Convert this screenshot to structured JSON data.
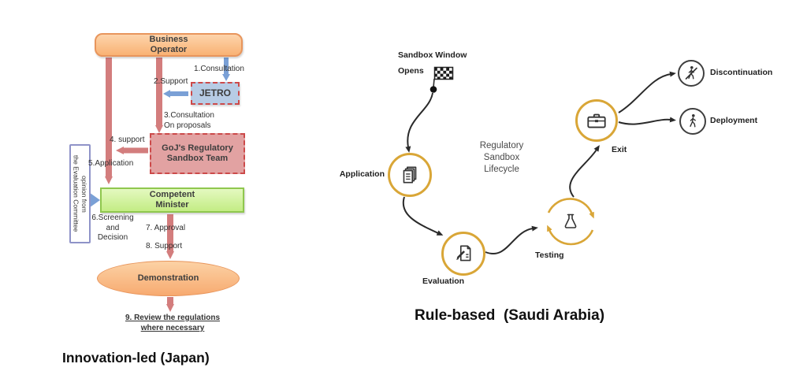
{
  "colors": {
    "orange_fill": "#F9B274",
    "orange_border": "#E8955C",
    "green_fill": "#C3EC84",
    "green_border": "#8FC74E",
    "pink_fill": "#E2A2A2",
    "pink_border": "#CC4A4A",
    "jetro_fill": "#B7CCE5",
    "red_arrow": "#D37D7D",
    "blue_arrow": "#7AA0D6",
    "purple_border": "#8F93C8",
    "gold": "#D9A637",
    "circle_gray": "#3F3F3F",
    "ink": "#2A2A2A"
  },
  "left": {
    "caption": "Innovation-led (Japan)",
    "business_operator": "Business\nOperator",
    "jetro": "JETRO",
    "goj_team": "GoJ's Regulatory\nSandbox Team",
    "competent_minister": "Competent\nMinister",
    "evaluation_committee": "opinion from\nthe Evaluation Committee",
    "demonstration": "Demonstration",
    "step9": "9. Review the regulations\nwhere necessary",
    "steps": {
      "s1": "1.Consultation",
      "s2": "2.Support",
      "s3": "3.Consultation\nOn proposals",
      "s4": "4. support",
      "s5": "5.Application",
      "s6": "6.Screening\nand\nDecision",
      "s7": "7. Approval",
      "s8": "8. Support"
    }
  },
  "right": {
    "caption": "Rule-based  (Saudi Arabia)",
    "start_line1": "Sandbox Window",
    "start_line2": "Opens",
    "center_label": "Regulatory\nSandbox\nLifecycle",
    "stages": {
      "application": "Application",
      "evaluation": "Evaluation",
      "testing": "Testing",
      "exit": "Exit",
      "discontinuation": "Discontinuation",
      "deployment": "Deployment"
    }
  }
}
